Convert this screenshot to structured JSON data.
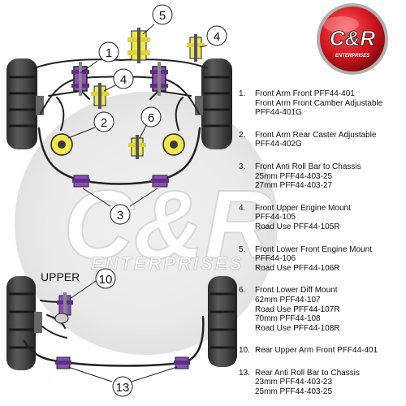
{
  "brand": {
    "logo_text": "C&R",
    "logo_subtext": "ENTERPRISES",
    "watermark_text": "C&R",
    "watermark_subtext": "ENTERPRISES",
    "colors": {
      "red": "#d2141c",
      "purple": "#8a4fb5",
      "yellow": "#f1e64a",
      "tyre": "#3a3a3a",
      "line": "#222222"
    }
  },
  "diagram_labels": {
    "upper": "UPPER",
    "callouts": [
      "5",
      "1",
      "4",
      "4",
      "2",
      "6",
      "3",
      "10",
      "13"
    ]
  },
  "legend": [
    {
      "num": "1.",
      "lines": [
        "Front Arm Front PFF44-401",
        "Front Arm Front Camber Adjustable",
        "PFF44-401G"
      ]
    },
    {
      "num": "2.",
      "lines": [
        "Front Arm Rear Caster Adjustable",
        "PFF44-402G"
      ]
    },
    {
      "num": "3.",
      "lines": [
        "Front Anti Roll Bar to Chassis",
        "25mm PFF44-403-25",
        "27mm PFF44-403-27"
      ]
    },
    {
      "num": "4.",
      "lines": [
        "Front Upper Engine Mount",
        "PFF44-105",
        "Road Use PFF44-105R"
      ]
    },
    {
      "num": "5.",
      "lines": [
        "Front Lower Front Engine Mount",
        "PFF44-106",
        "Road Use PFF44-106R"
      ]
    },
    {
      "num": "6.",
      "lines": [
        "Front Lower Diff Mount",
        "62mm PFF44-107",
        "Road Use PFF44-107R",
        "70mm PFF44-108",
        "Road Use PFF44-108R"
      ]
    },
    {
      "num": "10.",
      "lines": [
        "Rear Upper Arm Front PFF44-401"
      ]
    },
    {
      "num": "13.",
      "lines": [
        "Rear Anti Roll Bar to Chassis",
        "23mm PFF44-403-23",
        "25mm PFF44-403-25"
      ]
    }
  ]
}
